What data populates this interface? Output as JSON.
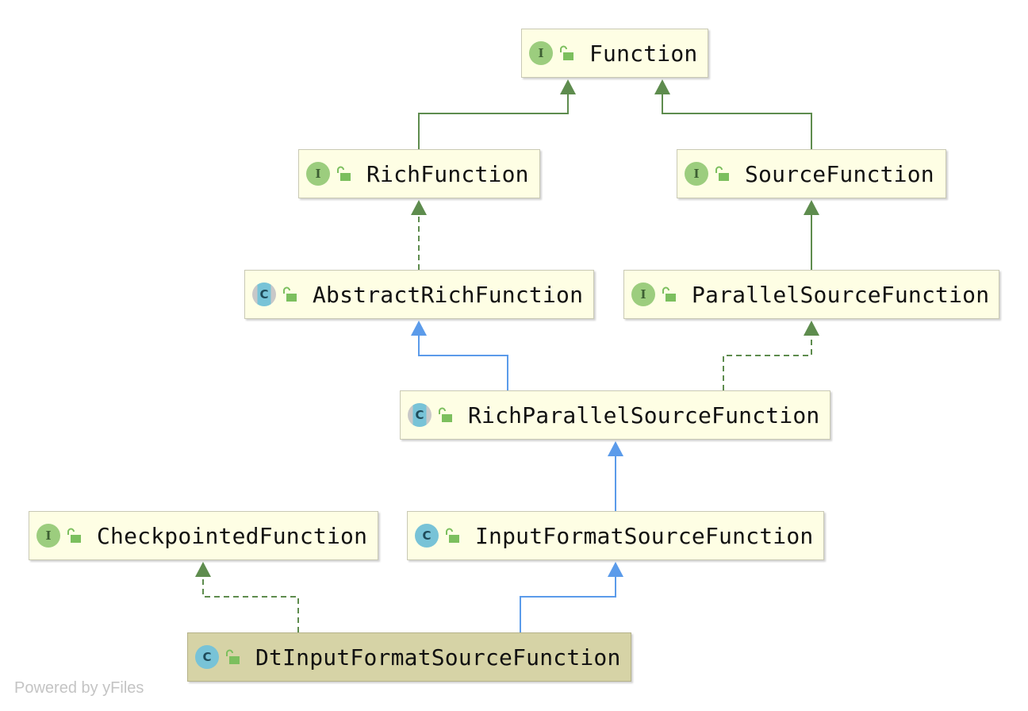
{
  "nodes": [
    {
      "id": "function",
      "label": "Function",
      "kind": "interface",
      "badge": "I",
      "selected": false
    },
    {
      "id": "rich-function",
      "label": "RichFunction",
      "kind": "interface",
      "badge": "I",
      "selected": false
    },
    {
      "id": "source-function",
      "label": "SourceFunction",
      "kind": "interface",
      "badge": "I",
      "selected": false
    },
    {
      "id": "abstract-rich-function",
      "label": "AbstractRichFunction",
      "kind": "abstract",
      "badge": "C",
      "selected": false
    },
    {
      "id": "parallel-source-function",
      "label": "ParallelSourceFunction",
      "kind": "interface",
      "badge": "I",
      "selected": false
    },
    {
      "id": "rich-parallel-source-function",
      "label": "RichParallelSourceFunction",
      "kind": "abstract",
      "badge": "C",
      "selected": false
    },
    {
      "id": "checkpointed-function",
      "label": "CheckpointedFunction",
      "kind": "interface",
      "badge": "I",
      "selected": false
    },
    {
      "id": "input-format-source-function",
      "label": "InputFormatSourceFunction",
      "kind": "class",
      "badge": "C",
      "selected": false
    },
    {
      "id": "dt-input-format-source-function",
      "label": "DtInputFormatSourceFunction",
      "kind": "class",
      "badge": "C",
      "selected": true
    }
  ],
  "edges": [
    {
      "from": "rich-function",
      "to": "function",
      "relation": "extends-interface",
      "style": "solid",
      "color": "#5e8c4e"
    },
    {
      "from": "source-function",
      "to": "function",
      "relation": "extends-interface",
      "style": "solid",
      "color": "#5e8c4e"
    },
    {
      "from": "abstract-rich-function",
      "to": "rich-function",
      "relation": "implements",
      "style": "dashed",
      "color": "#5e8c4e"
    },
    {
      "from": "parallel-source-function",
      "to": "source-function",
      "relation": "extends-interface",
      "style": "solid",
      "color": "#5e8c4e"
    },
    {
      "from": "rich-parallel-source-function",
      "to": "abstract-rich-function",
      "relation": "extends-class",
      "style": "solid",
      "color": "#5b9bea"
    },
    {
      "from": "rich-parallel-source-function",
      "to": "parallel-source-function",
      "relation": "implements",
      "style": "dashed",
      "color": "#5e8c4e"
    },
    {
      "from": "input-format-source-function",
      "to": "rich-parallel-source-function",
      "relation": "extends-class",
      "style": "solid",
      "color": "#5b9bea"
    },
    {
      "from": "dt-input-format-source-function",
      "to": "checkpointed-function",
      "relation": "implements",
      "style": "dashed",
      "color": "#5e8c4e"
    },
    {
      "from": "dt-input-format-source-function",
      "to": "input-format-source-function",
      "relation": "extends-class",
      "style": "solid",
      "color": "#5b9bea"
    }
  ],
  "colors": {
    "node_fill": "#fefee4",
    "selected_fill": "#d6d3a6",
    "interface_edge": "#5e8c4e",
    "class_edge": "#5b9bea",
    "lock_icon": "#7cbf5e"
  },
  "footer": {
    "text": "Powered by yFiles"
  }
}
